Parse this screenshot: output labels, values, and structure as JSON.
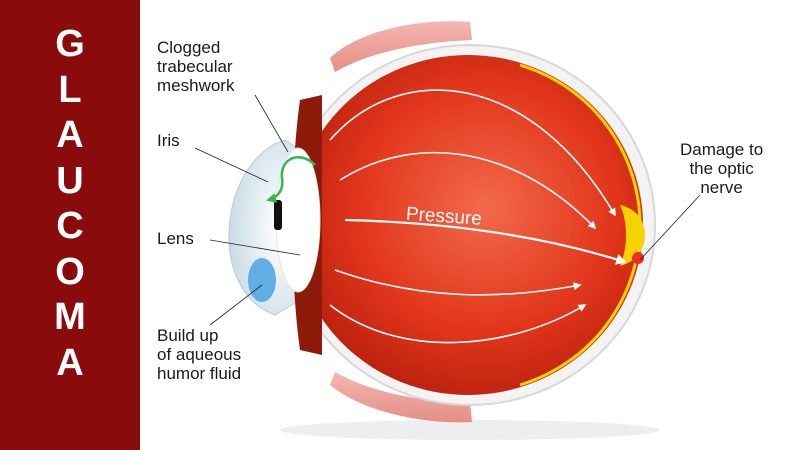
{
  "title": {
    "letters": [
      "G",
      "L",
      "A",
      "U",
      "C",
      "O",
      "M",
      "A"
    ]
  },
  "labels": {
    "clogged": [
      "Clogged",
      "trabecular",
      "meshwork"
    ],
    "iris": "Iris",
    "lens": "Lens",
    "buildup": [
      "Build up",
      "of aqueous",
      "humor fluid"
    ],
    "damage": [
      "Damage to",
      "the optic",
      "nerve"
    ],
    "pressure": "Pressure"
  },
  "colors": {
    "sidebar": "#8a0b0b",
    "eyeball": "#e2361c",
    "sclera": "#f3f3f3",
    "optic_disc": "#f5d200",
    "flow_arrow": "#39b54a",
    "aqueous_fluid": "#4aa3e0"
  }
}
